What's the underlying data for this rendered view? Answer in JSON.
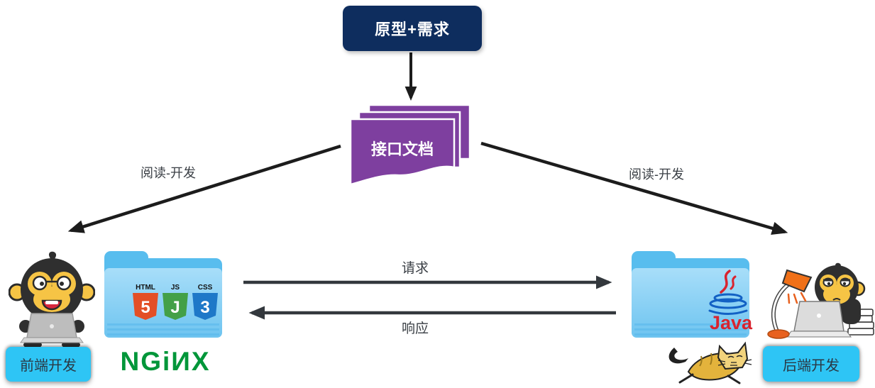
{
  "diagram": {
    "prototype": {
      "label": "原型+需求"
    },
    "interface_doc": {
      "label": "接口文档"
    },
    "edges": {
      "read_dev_left": "阅读-开发",
      "read_dev_right": "阅读-开发",
      "request": "请求",
      "response": "响应"
    }
  },
  "frontend": {
    "role": "前端开发",
    "server_logo_text": "NGiИX",
    "badges": [
      {
        "label": "HTML",
        "glyph": "5",
        "color": "#e34f26"
      },
      {
        "label": "JS",
        "glyph": "J",
        "color": "#43a047"
      },
      {
        "label": "CSS",
        "glyph": "3",
        "color": "#1e78c8"
      }
    ]
  },
  "backend": {
    "role": "后端开发",
    "language_logo_text": "Java"
  },
  "colors": {
    "prototype_box": "#0e2d5e",
    "doc_card_purple": "#7e3f9f",
    "role_box_cyan": "#2ec5f5",
    "nginx_green": "#009639",
    "java_red": "#d9232e",
    "folder_blue": "#7ccdf4",
    "arrow_black": "#1c1c1c",
    "arrow_charcoal": "#33383d"
  }
}
